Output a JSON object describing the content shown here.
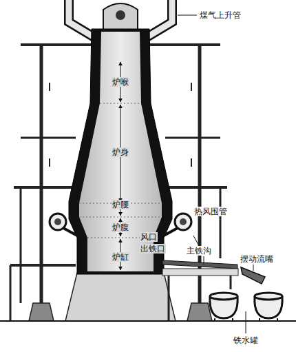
{
  "diagram": {
    "labels": [
      "煤气上升管",
      "炉喉",
      "炉身",
      "炉腰",
      "炉腹",
      "热风围管",
      "风口",
      "出铁口",
      "炉缸",
      "主铁沟",
      "摆动流嘴",
      "铁水罐"
    ]
  }
}
